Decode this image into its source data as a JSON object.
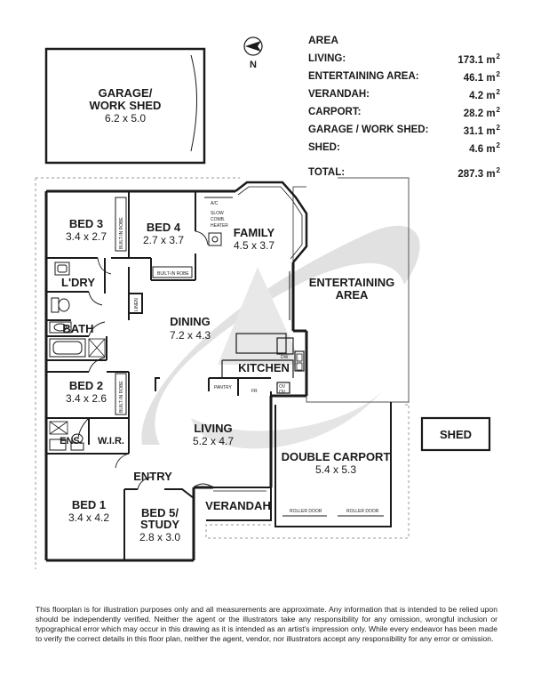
{
  "compass": {
    "north_label": "N"
  },
  "rooms": {
    "garage": {
      "name_line1": "GARAGE/",
      "name_line2": "WORK SHED",
      "dims": "6.2 x 5.0"
    },
    "bed3": {
      "name": "BED 3",
      "dims": "3.4 x 2.7"
    },
    "bed4": {
      "name": "BED 4",
      "dims": "2.7 x 3.7"
    },
    "family": {
      "name": "FAMILY",
      "dims": "4.5 x 3.7"
    },
    "entertaining": {
      "name_line1": "ENTERTAINING",
      "name_line2": "AREA"
    },
    "laundry": {
      "name": "L'DRY"
    },
    "bath": {
      "name": "BATH"
    },
    "dining": {
      "name": "DINING",
      "dims": "7.2 x 4.3"
    },
    "kitchen": {
      "name": "KITCHEN"
    },
    "bed2": {
      "name": "BED 2",
      "dims": "3.4 x 2.6"
    },
    "ensuite": {
      "name": "ENS."
    },
    "wir": {
      "name": "W.I.R."
    },
    "living": {
      "name": "LIVING",
      "dims": "5.2 x 4.7"
    },
    "carport": {
      "name": "DOUBLE CARPORT",
      "dims": "5.4 x 5.3"
    },
    "shed": {
      "name": "SHED"
    },
    "entry": {
      "name": "ENTRY"
    },
    "bed1": {
      "name": "BED 1",
      "dims": "3.4 x 4.2"
    },
    "bed5": {
      "name_line1": "BED 5/",
      "name_line2": "STUDY",
      "dims": "2.8 x 3.0"
    },
    "verandah": {
      "name": "VERANDAH"
    }
  },
  "fixtures": {
    "built_in_robe": "BUILT-IN ROBE",
    "ac": "A/C",
    "heater_line1": "SLOW",
    "heater_line2": "COMB.",
    "heater_line3": "HEATER",
    "linen": "LINEN",
    "dw": "DW",
    "pantry": "PANTRY",
    "fridge": "FR",
    "oven_line1": "OV",
    "oven_line2": "OV",
    "roller_door": "ROLLER DOOR"
  },
  "areas": {
    "title": "AREA",
    "unit": "m",
    "unit_exp": "2",
    "rows": [
      {
        "label": "LIVING:",
        "value": "173.1"
      },
      {
        "label": "ENTERTAINING AREA:",
        "value": "46.1"
      },
      {
        "label": "VERANDAH:",
        "value": "4.2"
      },
      {
        "label": "CARPORT:",
        "value": "28.2"
      },
      {
        "label": "GARAGE / WORK SHED:",
        "value": "31.1"
      },
      {
        "label": "SHED:",
        "value": "4.6"
      }
    ],
    "total": {
      "label": "TOTAL:",
      "value": "287.3"
    }
  },
  "disclaimer": "This floorplan is for illustration purposes only and all measurements are approximate. Any information that is intended to be relied upon should be independently verified. Neither the agent or the illustrators take any responsibility for any omission, wrongful inclusion or typographical error which may occur in this drawing as it is intended as an artist's impression only. While every endeavor has been made to verify the correct details in this floor plan, neither the agent, vendor, nor illustrators accept any responsibility for any error or omission."
}
